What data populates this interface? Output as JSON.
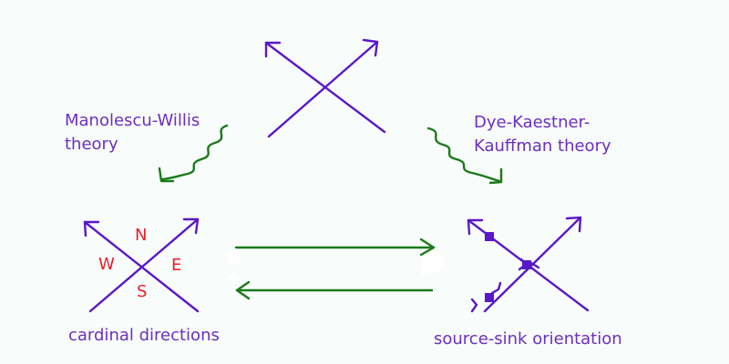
{
  "colors": {
    "background": "#f8fcfa",
    "crossing": "#5a18c9",
    "theory_text": "#6b2fc2",
    "arrow": "#1a7a1a",
    "compass": "#e8202a"
  },
  "labels": {
    "manolescu_line1": "Manolescu-Willis",
    "manolescu_line2": "theory",
    "dye_line1": "Dye-Kaestner-",
    "dye_line2": "Kauffman theory",
    "cardinal": "cardinal directions",
    "source_sink": "source-sink orientation"
  },
  "compass": {
    "north": "N",
    "south": "S",
    "east": "E",
    "west": "W"
  },
  "icons": {
    "top_crossing": "oriented-crossing-icon",
    "cardinal_crossing": "cardinal-crossing-icon",
    "source_sink_crossing": "source-sink-crossing-icon",
    "squiggle": "wavy-arrow-icon",
    "arrow": "straight-arrow-icon"
  }
}
